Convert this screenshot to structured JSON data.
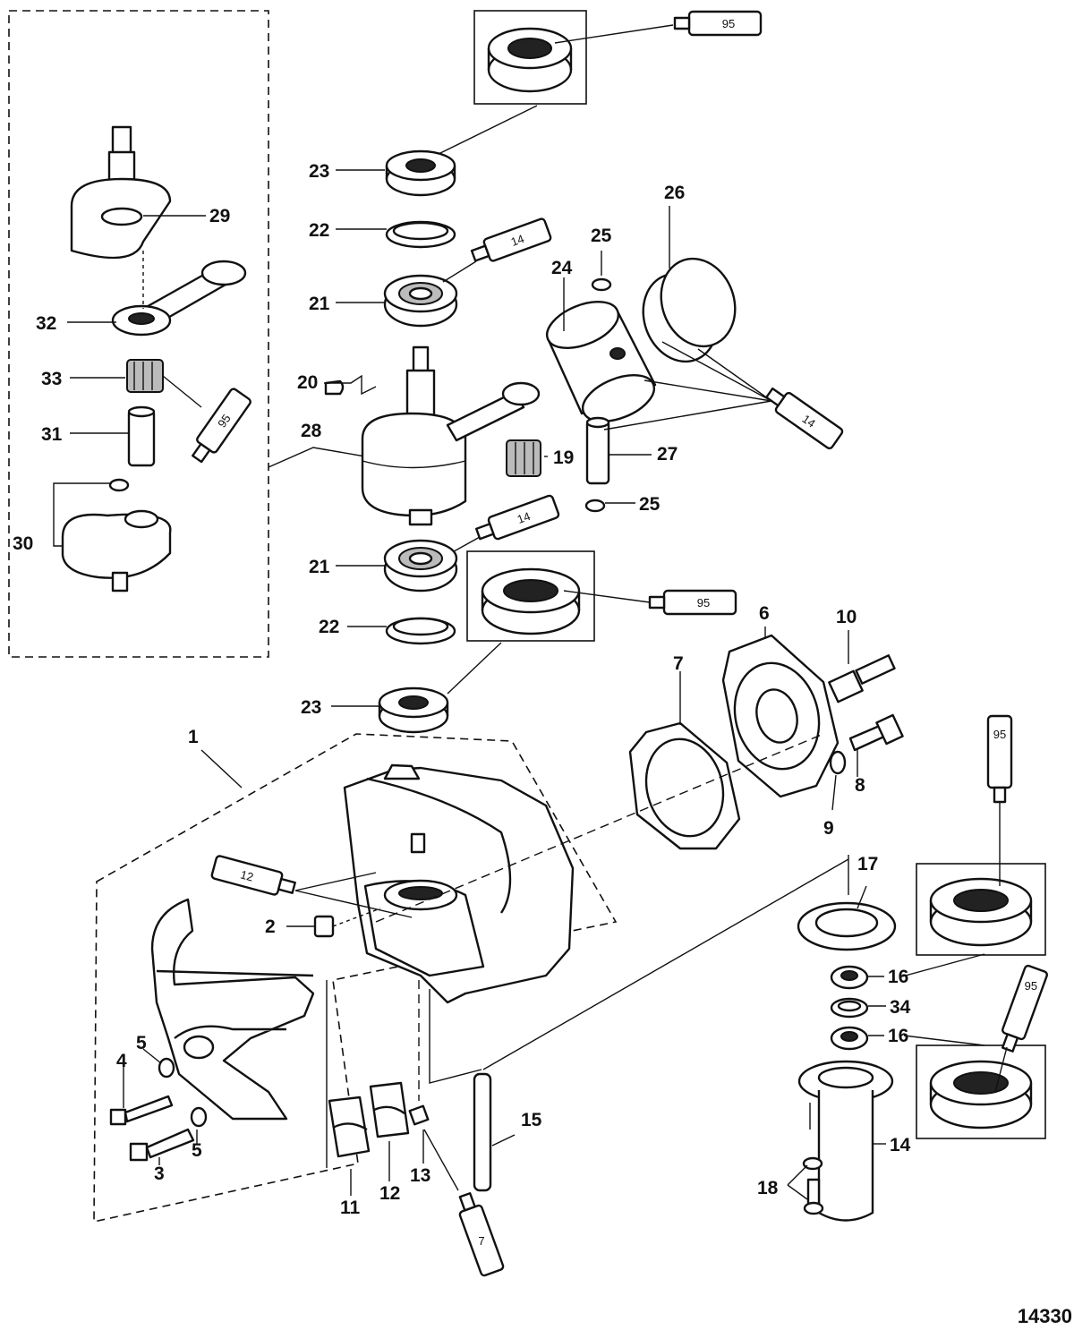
{
  "labels": {
    "p1": "1",
    "p2": "2",
    "p3": "3",
    "p4": "4",
    "p5a": "5",
    "p5b": "5",
    "p6": "6",
    "p7": "7",
    "p8": "8",
    "p9": "9",
    "p10": "10",
    "p11": "11",
    "p12": "12",
    "p13": "13",
    "p14": "14",
    "p15": "15",
    "p16a": "16",
    "p16b": "16",
    "p17": "17",
    "p18": "18",
    "p19": "19",
    "p20": "20",
    "p21a": "21",
    "p21b": "21",
    "p22a": "22",
    "p22b": "22",
    "p23a": "23",
    "p23b": "23",
    "p24": "24",
    "p25a": "25",
    "p25b": "25",
    "p26": "26",
    "p27": "27",
    "p28": "28",
    "p29": "29",
    "p30": "30",
    "p31": "31",
    "p32": "32",
    "p33": "33",
    "p34": "34"
  },
  "tubes": {
    "t95_top": "95",
    "t14_a": "14",
    "t14_piston": "14",
    "t95_crank": "95",
    "t14_b": "14",
    "t95_mid": "95",
    "t12": "12",
    "t7": "7",
    "t95_right_a": "95",
    "t95_right_b": "95"
  },
  "drawing_code": "14330"
}
